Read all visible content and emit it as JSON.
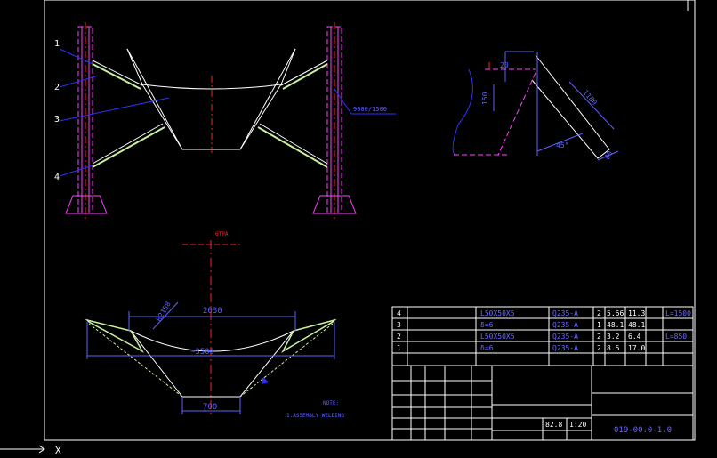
{
  "drawing": {
    "part_numbers": [
      "1",
      "2",
      "3",
      "4"
    ],
    "dimensions": {
      "top_width": "2030",
      "bottom_width": "700",
      "overall_width": "~3500",
      "slant_length": "R2158",
      "detail_a": "20",
      "detail_b": "150",
      "detail_length": "1180",
      "detail_angle": "45°",
      "detail_c": "80"
    },
    "side_note_label": "9000/1500",
    "plan_title": "6TPA",
    "notes_title": "NOTE:",
    "notes_text": "1.ASSEMBLY WELDING"
  },
  "bom": {
    "rows": [
      {
        "no": "4",
        "name": "L50X50X5",
        "material": "Q235-A",
        "qty": "2",
        "unit_wt": "5.66",
        "total_wt": "11.3",
        "remark": "L=1500"
      },
      {
        "no": "3",
        "name": "δ=6",
        "material": "Q235-A",
        "qty": "1",
        "unit_wt": "48.1",
        "total_wt": "48.1",
        "remark": ""
      },
      {
        "no": "2",
        "name": "L50X50X5",
        "material": "Q235-A",
        "qty": "2",
        "unit_wt": "3.2",
        "total_wt": "6.4",
        "remark": "L=850"
      },
      {
        "no": "1",
        "name": "δ=6",
        "material": "Q235-A",
        "qty": "2",
        "unit_wt": "8.5",
        "total_wt": "17.0",
        "remark": ""
      }
    ]
  },
  "title_block": {
    "weight": "82.8",
    "scale": "1:20",
    "drawing_no": "019-00.0-1.0"
  },
  "colors": {
    "background": "#000000",
    "frame": "#ffffff",
    "steel": "#ffffff",
    "member": "#c8f0a0",
    "centerline": "#ff2020",
    "column": "#ff40ff",
    "leader": "#3030ff",
    "dimension": "#6060ff",
    "label": "#ffffff",
    "table_text": "#6a6aff"
  }
}
